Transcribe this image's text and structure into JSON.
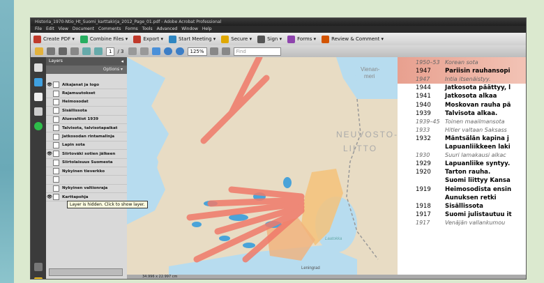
{
  "window": {
    "title": "Historia_1970-Ntio_Ht_Suomi_karttakirja_2012_Page_01.pdf - Adobe Acrobat Professional"
  },
  "menu": [
    "File",
    "Edit",
    "View",
    "Document",
    "Comments",
    "Forms",
    "Tools",
    "Advanced",
    "Window",
    "Help"
  ],
  "tasks": [
    {
      "label": "Create PDF ▾",
      "color": "#c0392b"
    },
    {
      "label": "Combine Files ▾",
      "color": "#27ae60"
    },
    {
      "label": "Export ▾",
      "color": "#c0392b"
    },
    {
      "label": "Start Meeting ▾",
      "color": "#2e86c1"
    },
    {
      "label": "Secure ▾",
      "color": "#e0a800"
    },
    {
      "label": "Sign ▾",
      "color": "#555"
    },
    {
      "label": "Forms ▾",
      "color": "#8e44ad"
    },
    {
      "label": "Review & Comment ▾",
      "color": "#d35400"
    }
  ],
  "toolbar": {
    "page": "1",
    "of": "/ 3",
    "zoom": "125%",
    "find_placeholder": "Find"
  },
  "layers_panel": {
    "title": "Layers",
    "options": "Options ▾",
    "tooltip": "Layer is hidden. Click to show layer.",
    "items": [
      {
        "label": "Aikajanat ja logo",
        "visible": true
      },
      {
        "label": "Rajamuutokset",
        "visible": false
      },
      {
        "label": "Heimosodat",
        "visible": false
      },
      {
        "label": "Sisällissota",
        "visible": false
      },
      {
        "label": "Aluevaltiot 1939",
        "visible": false
      },
      {
        "label": "Talvisota, talvisotapaikat",
        "visible": false
      },
      {
        "label": "Jatkosodan rintamalinja",
        "visible": false
      },
      {
        "label": "Lapin sota",
        "visible": false
      },
      {
        "label": "Siirtoväki sotien jälkeen",
        "visible": true
      },
      {
        "label": "Siirtolaisuus Suomesta",
        "visible": false
      },
      {
        "label": "Nykyinen tieverkko",
        "visible": false
      },
      {
        "label": "",
        "visible": false
      },
      {
        "label": "Nykyinen valtionraja",
        "visible": false
      },
      {
        "label": "Karttapohja",
        "visible": true
      }
    ]
  },
  "map": {
    "labels": {
      "neuvostoliitto": "NEUVOSTO-",
      "liitto": "LIITTO",
      "viennanmeri": "Vienan-",
      "meri": "meri",
      "laatokka": "Laatokka",
      "leningrad": "Leningrad"
    }
  },
  "timeline": [
    {
      "year": "1950–53",
      "text": "Korean sota",
      "italic": true
    },
    {
      "year": "1947",
      "text": "Pariisin rauhansopi",
      "italic": false
    },
    {
      "year": "1947",
      "text": "Intia itsenäistyy.",
      "italic": true
    },
    {
      "year": "1944",
      "text": "Jatkosota päättyy, l",
      "italic": false
    },
    {
      "year": "1941",
      "text": "Jatkosota alkaa",
      "italic": false
    },
    {
      "year": "1940",
      "text": "Moskovan rauha pä",
      "italic": false
    },
    {
      "year": "1939",
      "text": "Talvisota alkaa.",
      "italic": false
    },
    {
      "year": "1939–45",
      "text": "Toinen maailmansota",
      "italic": true
    },
    {
      "year": "1933",
      "text": "Hitler valtaan Saksass",
      "italic": true
    },
    {
      "year": "1932",
      "text": "Mäntsälän kapina j",
      "italic": false
    },
    {
      "year": "",
      "text": "Lapuanliikkeen laki",
      "italic": false
    },
    {
      "year": "1930",
      "text": "Suuri lamakausi alkac",
      "italic": true
    },
    {
      "year": "1929",
      "text": "Lapuanliike syntyy.",
      "italic": false
    },
    {
      "year": "1920",
      "text": "Tarton rauha.",
      "italic": false
    },
    {
      "year": "",
      "text": "Suomi liittyy Kansa",
      "italic": false
    },
    {
      "year": "1919",
      "text": "Heimosodista ensin",
      "italic": false
    },
    {
      "year": "",
      "text": "Aunuksen retki",
      "italic": false
    },
    {
      "year": "1918",
      "text": "Sisällissota",
      "italic": false
    },
    {
      "year": "1917",
      "text": "Suomi julistautuu it",
      "italic": false
    },
    {
      "year": "1917",
      "text": "Venäjän vallankumou",
      "italic": true
    }
  ],
  "status": {
    "dimensions": "34.996 x 22.997 cm"
  },
  "colors": {
    "land": "#e8dcc4",
    "water": "#4aa3d9",
    "sea": "#b7dcef",
    "arrows": "#f07a6a",
    "highlight": "#e8a08f",
    "accent": "#d9534f"
  }
}
